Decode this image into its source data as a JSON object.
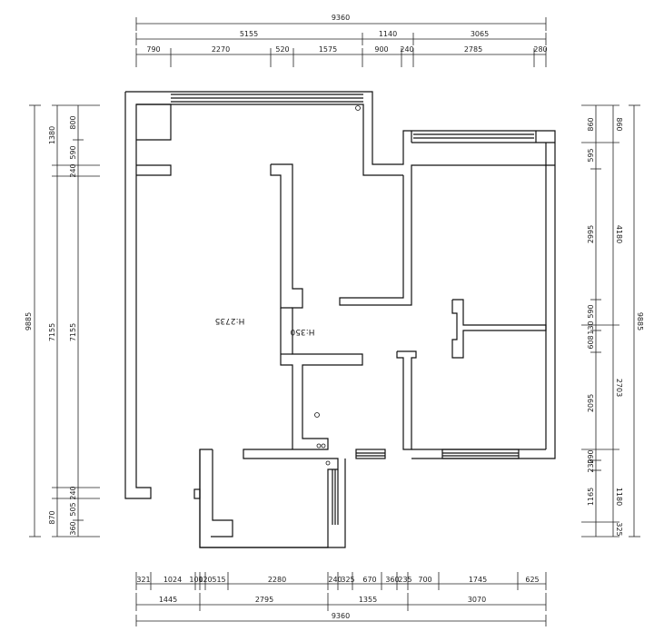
{
  "plan": {
    "top_dims": {
      "total": "9360",
      "row2": [
        "5155",
        "1140",
        "3065"
      ],
      "row3": [
        "790",
        "2270",
        "520",
        "1575",
        "900",
        "240",
        "2785",
        "280"
      ]
    },
    "bottom_dims": {
      "row1": [
        "321",
        "1024",
        "100",
        "120",
        "515",
        "2280",
        "240",
        "325",
        "670",
        "360",
        "235",
        "700",
        "1745",
        "625"
      ],
      "row2": [
        "1445",
        "2795",
        "1355",
        "3070"
      ],
      "total": "9360"
    },
    "left_dims": {
      "total": "9885",
      "col_mid": [
        "1380",
        "7155",
        "870"
      ],
      "col_inner": [
        "800",
        "590",
        "240",
        "7155",
        "240",
        "505",
        "360"
      ]
    },
    "right_dims": {
      "total": "9885",
      "col_mid": [
        "860",
        "4180",
        "2703",
        "1180",
        "325"
      ],
      "col_inner": [
        "860",
        "595",
        "2995",
        "130",
        "590",
        "608",
        "2095",
        "290",
        "230",
        "1165"
      ]
    },
    "labels": {
      "height_living": "H:2735",
      "height_corridor": "H:350"
    }
  }
}
